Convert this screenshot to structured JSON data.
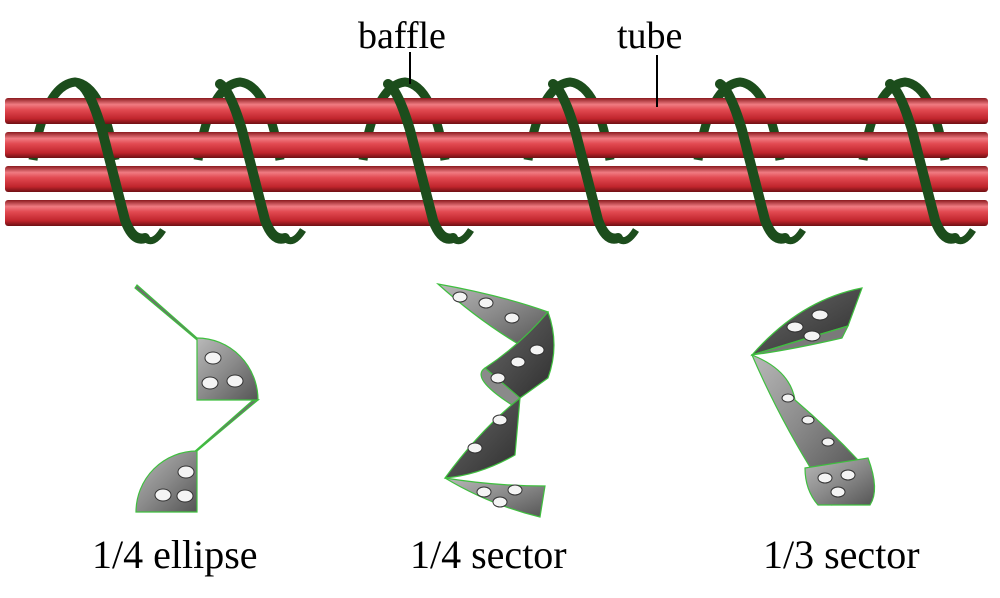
{
  "labels": {
    "baffle": "baffle",
    "tube": "tube"
  },
  "captions": {
    "ellipse_quarter": "1/4 ellipse",
    "sector_quarter": "1/4 sector",
    "sector_third": "1/3 sector"
  },
  "colors": {
    "tube": "#d8333c",
    "tube_highlight": "#f2858b",
    "tube_shadow": "#7e1418",
    "baffle": "#1c4d1c",
    "plate": "#8c8c8c",
    "plate_edge": "#3fbf3f"
  }
}
